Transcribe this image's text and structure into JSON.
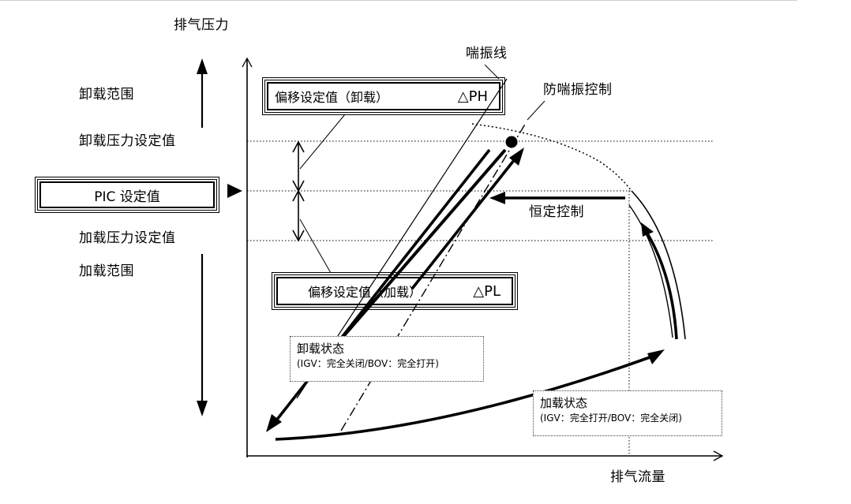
{
  "axes": {
    "y_label": "排气压力",
    "x_label": "排气流量"
  },
  "left_labels": {
    "unload_range": "卸载范围",
    "unload_pressure_setpoint": "卸载压力设定值",
    "pic_setpoint": "PIC 设定值",
    "load_pressure_setpoint": "加载压力设定值",
    "load_range": "加载范围"
  },
  "offset_unload": {
    "label": "偏移设定值（卸载）",
    "symbol": "△PH"
  },
  "offset_load": {
    "label": "偏移设定值（加载）",
    "symbol": "△PL"
  },
  "lines": {
    "surge_line": "喘振线",
    "anti_surge_control": "防喘振控制",
    "constant_control": "恒定控制"
  },
  "states": {
    "unload": {
      "title": "卸载状态",
      "detail": "(IGV：完全关闭/BOV：完全打开)"
    },
    "load": {
      "title": "加载状态",
      "detail": "(IGV：完全打开/BOV：完全关闭)"
    }
  }
}
